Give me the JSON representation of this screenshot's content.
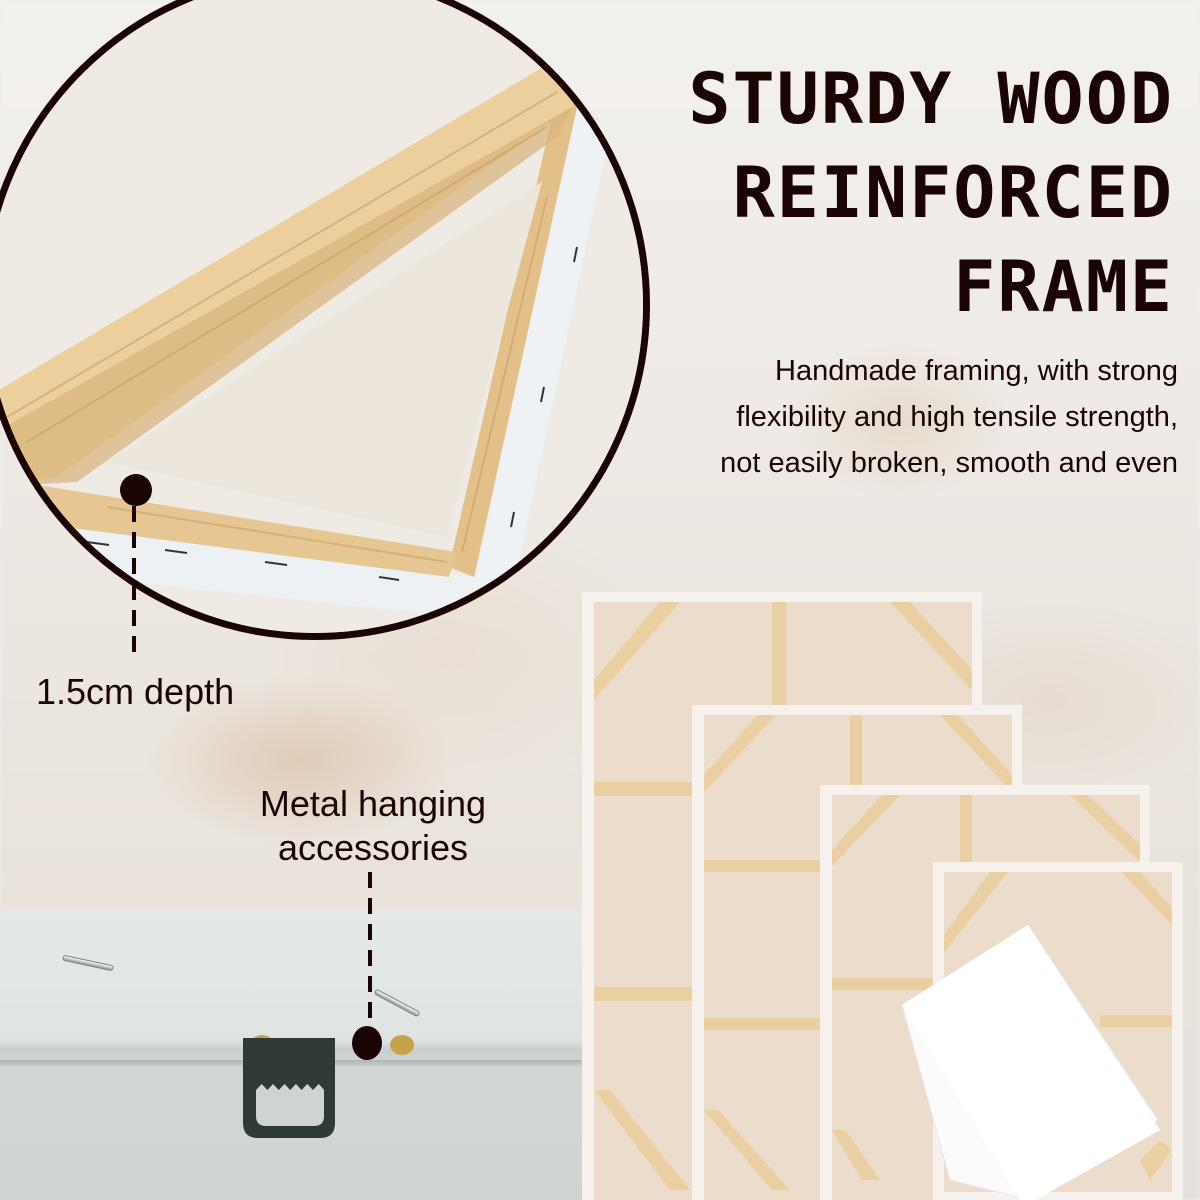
{
  "headline": {
    "lines": [
      "STURDY WOOD",
      "REINFORCED",
      "FRAME"
    ]
  },
  "description": {
    "lines": [
      "Handmade framing, with strong",
      "flexibility and high tensile strength,",
      "not easily broken, smooth and even"
    ]
  },
  "callouts": {
    "depth": "1.5cm depth",
    "hanging_line1": "Metal hanging",
    "hanging_line2": "accessories"
  },
  "colors": {
    "text": "#1a0404",
    "wood": "#e9cfa2",
    "canvas_back": "#ecdccb",
    "frame_edge": "#f6f1ec"
  },
  "images": {
    "circle_crop": "canvas-corner-with-wood-brace",
    "bottom_left": "sawtooth-hanger-on-canvas",
    "bottom_right": "four-stacked-stretched-canvases-back-view"
  }
}
